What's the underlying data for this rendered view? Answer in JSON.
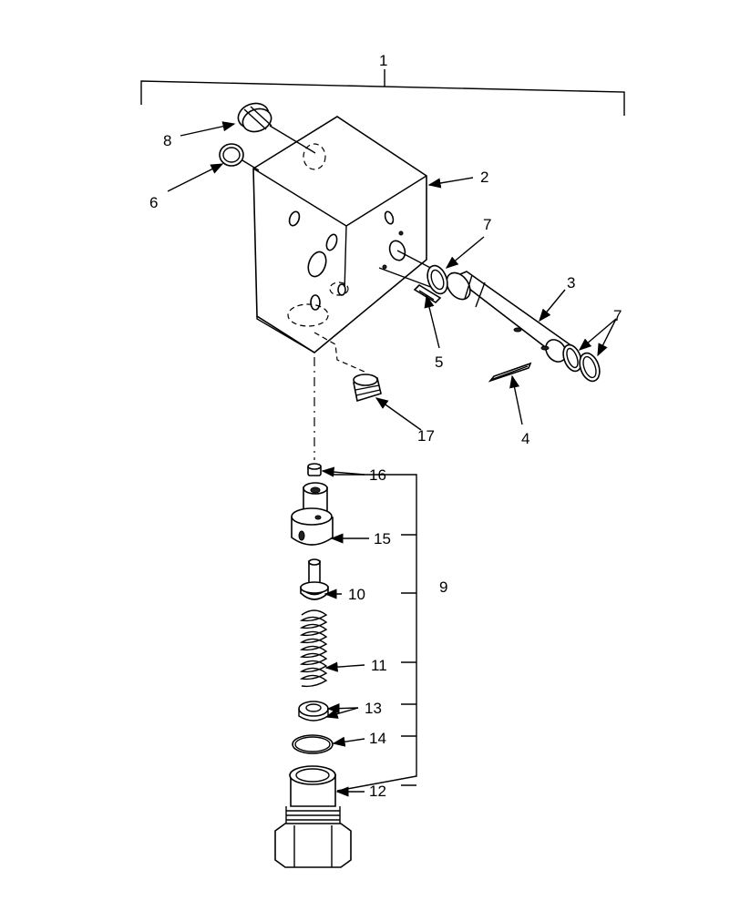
{
  "callouts": {
    "c1": "1",
    "c2": "2",
    "c3": "3",
    "c4": "4",
    "c5": "5",
    "c6": "6",
    "c7a": "7",
    "c7b": "7",
    "c8": "8",
    "c9": "9",
    "c10": "10",
    "c11": "11",
    "c12": "12",
    "c13": "13",
    "c14": "14",
    "c15": "15",
    "c16": "16",
    "c17": "17"
  }
}
